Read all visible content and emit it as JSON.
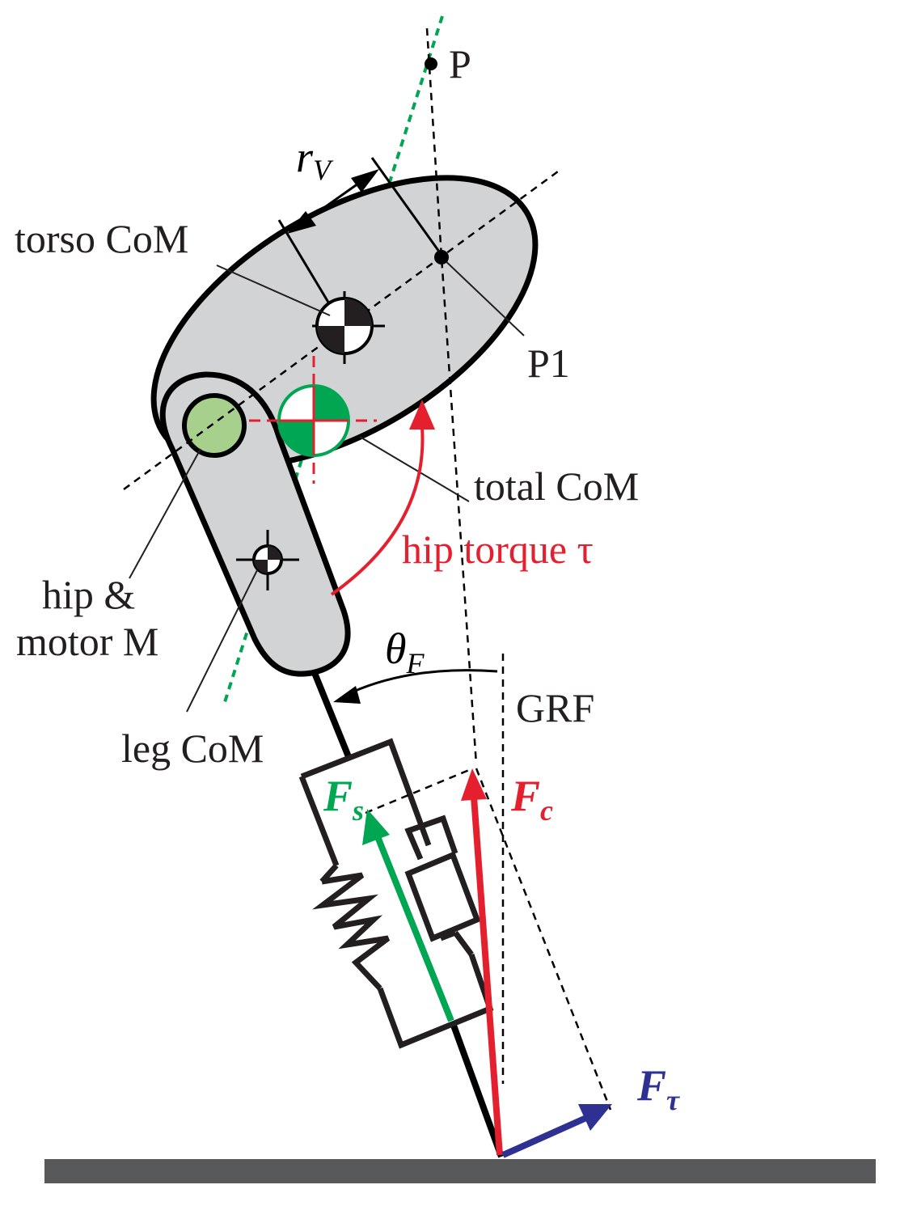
{
  "labels": {
    "point_p": "P",
    "point_p1": "P1",
    "torso_com": "torso CoM",
    "total_com": "total CoM",
    "hip_torque": "hip torque τ",
    "hip_motor_line1": "hip &",
    "hip_motor_line2": "motor M",
    "leg_com": "leg CoM",
    "grf": "GRF",
    "r_v_main": "r",
    "r_v_sub": "V",
    "theta_main": "θ",
    "theta_sub": "F",
    "fs_main": "F",
    "fs_sub": "s",
    "fc_main": "F",
    "fc_sub": "c",
    "ftau_main": "F",
    "ftau_sub": "τ"
  },
  "colors": {
    "outline": "#000000",
    "body_fill": "#d1d3d4",
    "hip_fill": "#a8d08d",
    "com_green": "#00a651",
    "torque_red": "#e5202e",
    "fs_green": "#00a651",
    "fc_red": "#e5202e",
    "ftau_blue": "#2e3192",
    "ground": "#58595b",
    "text": "#231f20"
  }
}
